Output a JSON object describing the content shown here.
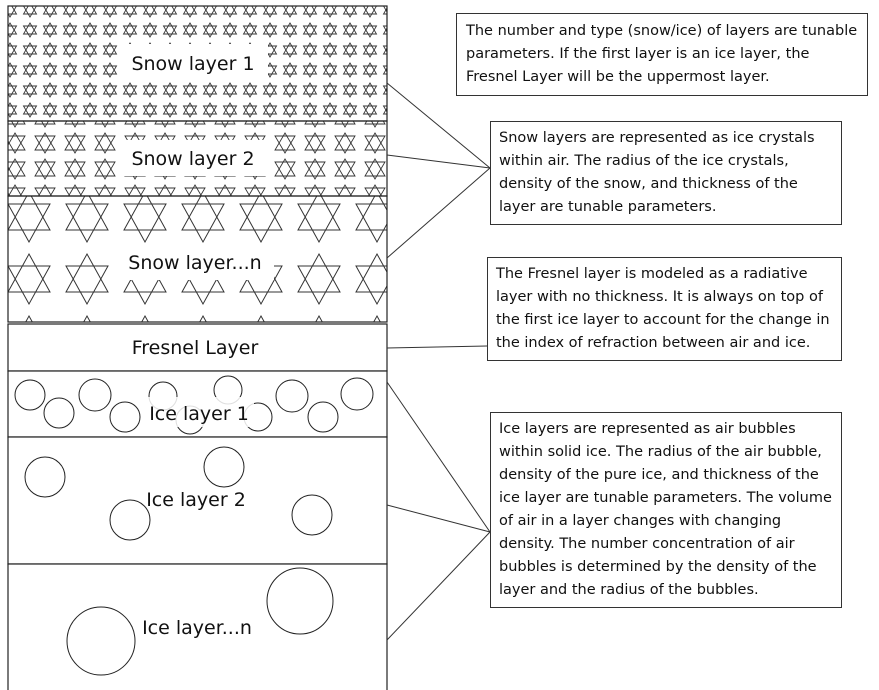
{
  "layers": {
    "snow1": "Snow layer 1",
    "snow2": "Snow layer 2",
    "snown": "Snow layer...n",
    "fresnel": "Fresnel Layer",
    "ice1": "Ice layer 1",
    "ice2": "Ice layer 2",
    "icen": "Ice layer...n"
  },
  "notes": {
    "layers_note": "The number and type (snow/ice) of layers are tunable parameters. If the first layer is an ice layer, the Fresnel Layer will be the uppermost layer.",
    "snow_note": "Snow layers are represented as ice crystals within air. The radius of the ice crystals, density of the snow, and thickness of the layer are tunable parameters.",
    "fresnel_note": "The Fresnel layer is modeled as a radiative layer with no thickness. It is always on top of the first ice layer to account for the change in the index of refraction between air and ice.",
    "ice_note": "Ice layers are represented as air bubbles within solid ice. The radius of the air bubble, density of the pure ice, and thickness of the ice layer are tunable parameters. The volume of air in a layer changes with changing density. The number concentration of air bubbles is determined by the density of the layer and the radius of the bubbles."
  }
}
